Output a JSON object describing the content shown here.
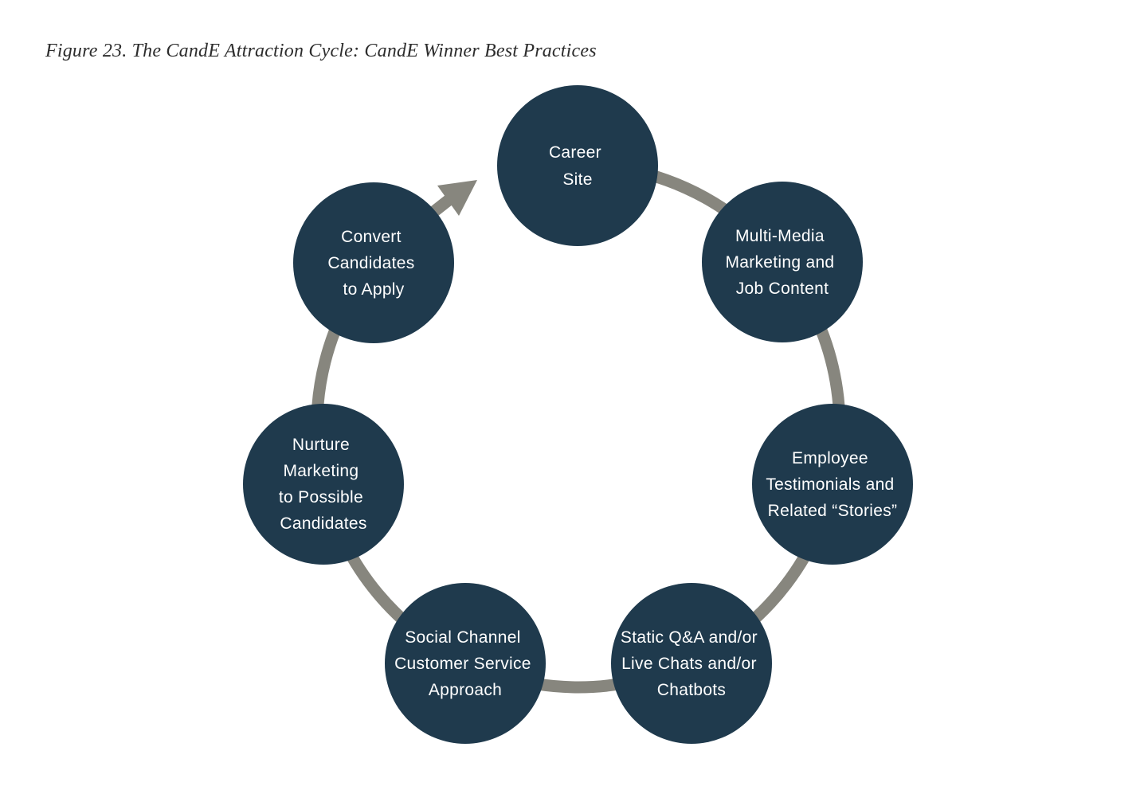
{
  "figure": {
    "title": "Figure 23. The CandE Attraction Cycle: CandE Winner Best Practices"
  },
  "cycle": {
    "direction": "clockwise",
    "colors": {
      "node_fill": "#1F3A4D",
      "ring": "#87867E",
      "label_text": "#FFFFFF",
      "title_text": "#2D2D2D"
    },
    "nodes": [
      {
        "id": "career-site",
        "lines": [
          "Career",
          "Site"
        ]
      },
      {
        "id": "multi-media-marketing",
        "lines": [
          "Multi-Media",
          "Marketing and",
          "Job Content"
        ]
      },
      {
        "id": "employee-testimonials",
        "lines": [
          "Employee",
          "Testimonials and",
          "Related “Stories”"
        ]
      },
      {
        "id": "static-qa-live-chats-chatbots",
        "lines": [
          "Static Q&A and/or",
          "Live Chats and/or",
          "Chatbots"
        ]
      },
      {
        "id": "social-channel-customer-service",
        "lines": [
          "Social Channel",
          "Customer Service",
          "Approach"
        ]
      },
      {
        "id": "nurture-marketing",
        "lines": [
          "Nurture",
          "Marketing",
          "to Possible",
          "Candidates"
        ]
      },
      {
        "id": "convert-candidates",
        "lines": [
          "Convert",
          "Candidates",
          "to Apply"
        ]
      }
    ]
  }
}
